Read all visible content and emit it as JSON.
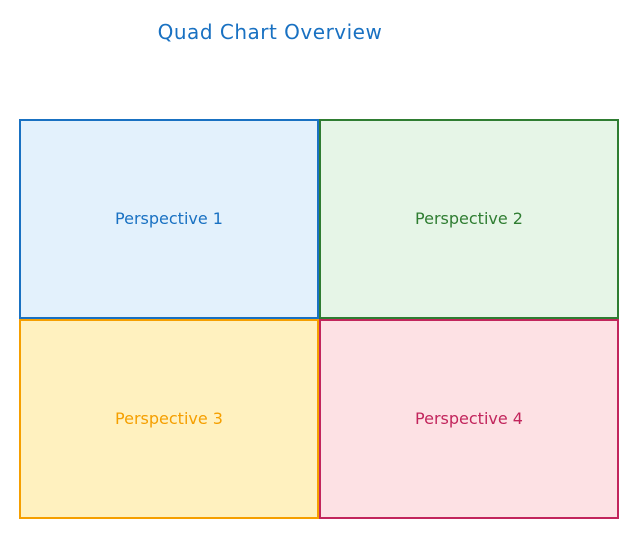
{
  "title": "Quad Chart Overview",
  "title_color": "#1971c2",
  "quadrants": [
    {
      "label": "Perspective 1",
      "stroke": "#1971c2",
      "fill": "#e3f1fc"
    },
    {
      "label": "Perspective 2",
      "stroke": "#2f7d32",
      "fill": "#e6f5e7"
    },
    {
      "label": "Perspective 3",
      "stroke": "#f59f00",
      "fill": "#fff1bf"
    },
    {
      "label": "Perspective 4",
      "stroke": "#c2255c",
      "fill": "#fde1e4"
    }
  ]
}
